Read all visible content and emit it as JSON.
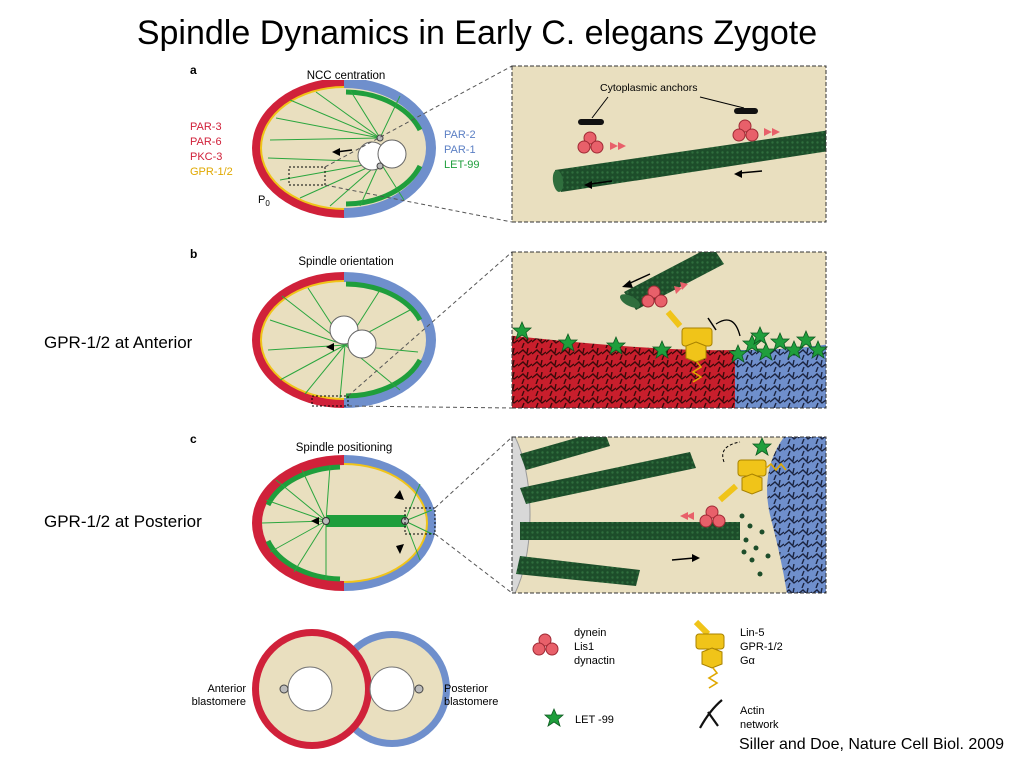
{
  "title": "Spindle Dynamics in Early C. elegans Zygote",
  "citation": "Siller and Doe, Nature Cell Biol. 2009",
  "side_labels": {
    "anterior": "GPR-1/2 at Anterior",
    "posterior": "GPR-1/2 at Posterior"
  },
  "panels": {
    "a": {
      "letter": "a",
      "heading": "NCC centration",
      "left_labels": [
        {
          "text": "PAR-3",
          "color": "#d0213a"
        },
        {
          "text": "PAR-6",
          "color": "#d0213a"
        },
        {
          "text": "PKC-3",
          "color": "#d0213a"
        },
        {
          "text": "GPR-1/2",
          "color": "#e0a800"
        }
      ],
      "right_labels": [
        {
          "text": "PAR-2",
          "color": "#5b7fc4"
        },
        {
          "text": "PAR-1",
          "color": "#5b7fc4"
        },
        {
          "text": "LET-99",
          "color": "#1f9e3c"
        }
      ],
      "cell_label": "P",
      "cell_sub": "0",
      "zoom_label": "Cytoplasmic anchors"
    },
    "b": {
      "letter": "b",
      "heading": "Spindle orientation"
    },
    "c": {
      "letter": "c",
      "heading": "Spindle positioning"
    }
  },
  "two_cell": {
    "anterior_label": "Anterior\nblastomere",
    "posterior_label": "Posterior\nblastomere"
  },
  "legend": {
    "dynein": "dynein\nLis1\ndynactin",
    "lin5": "Lin-5\nGPR-1/2\nGα",
    "let99": "LET -99",
    "actin": "Actin\nnetwork"
  },
  "colors": {
    "anterior_red": "#d0213a",
    "posterior_blue": "#6f8fcc",
    "gpr_yellow": "#f0c419",
    "let99_green": "#1f9e3c",
    "cytoplasm": "#e9dfbf",
    "microtubule": "#1d4d2a"
  }
}
